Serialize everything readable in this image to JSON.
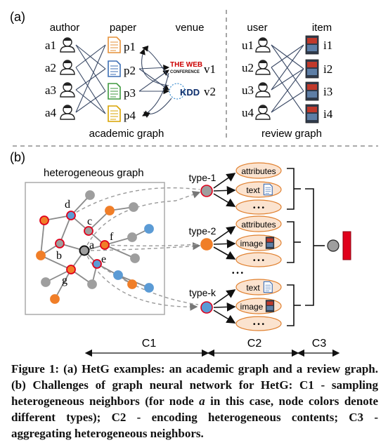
{
  "panel_a": {
    "label": "(a)",
    "academic": {
      "headers": {
        "author": "author",
        "paper": "paper",
        "venue": "venue"
      },
      "authors": [
        "a1",
        "a2",
        "a3",
        "a4"
      ],
      "papers": [
        "p1",
        "p2",
        "p3",
        "p4"
      ],
      "venues": [
        "v1",
        "v2"
      ],
      "venue_logos": {
        "www_top": "THE WEB",
        "www_bottom": "CONFERENCE",
        "kdd": "KDD"
      },
      "caption": "academic graph"
    },
    "review": {
      "headers": {
        "user": "user",
        "item": "item"
      },
      "users": [
        "u1",
        "u2",
        "u3",
        "u4"
      ],
      "items": [
        "i1",
        "i2",
        "i3",
        "i4"
      ],
      "caption": "review graph"
    }
  },
  "panel_b": {
    "label": "(b)",
    "graph_title": "heterogeneous graph",
    "node_labels": {
      "a": "a",
      "b": "b",
      "c": "c",
      "d": "d",
      "e": "e",
      "f": "f",
      "g": "g"
    },
    "types": [
      {
        "label": "type-1",
        "color": "#9e9e9e",
        "contents": [
          "attributes",
          "text",
          "• • •"
        ]
      },
      {
        "label": "type-2",
        "color": "#f07e28",
        "contents": [
          "attributes",
          "image",
          "• • •"
        ]
      },
      {
        "label": "type-k",
        "color": "#5b9bd5",
        "contents": [
          "text",
          "image",
          "• • •"
        ]
      }
    ],
    "vdots": "• • •",
    "sections": [
      "C1",
      "C2",
      "C3"
    ],
    "colors": {
      "orange": "#f07e28",
      "blue": "#5b9bd5",
      "gray": "#9e9e9e",
      "red": "#e0001b",
      "oval": "#fbe3cf"
    }
  },
  "caption": {
    "part1": "Figure 1: (a) HetG examples: an academic graph and a review graph. (b) Challenges of graph neural network for HetG: C1 - sampling heterogeneous neighbors (for node ",
    "node": "a",
    "part2": " in this case, node colors denote different types); C2 - encoding heterogeneous contents; C3 - aggregating heterogeneous neighbors."
  }
}
